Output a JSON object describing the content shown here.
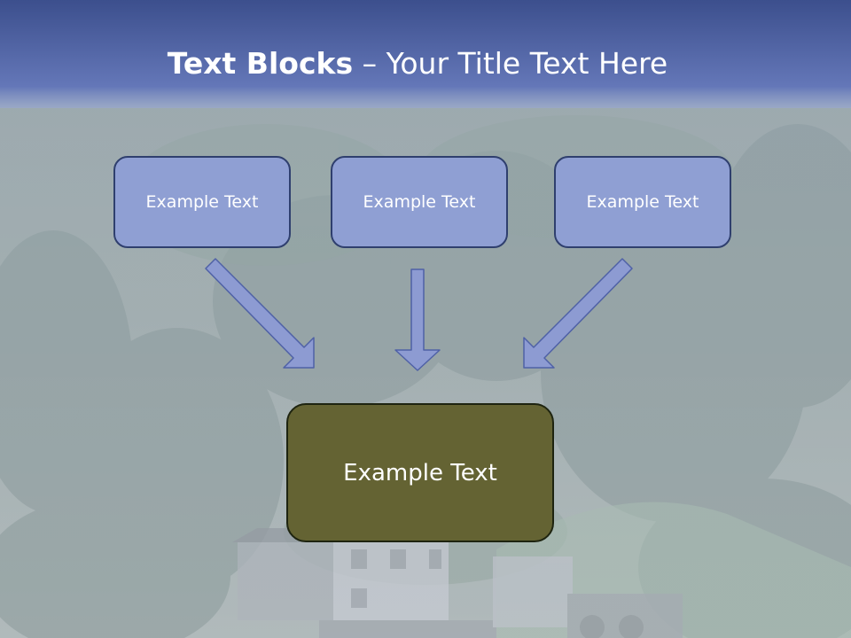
{
  "slide": {
    "title_strong": "Text Blocks",
    "title_dash": " – ",
    "title_rest": "Your Title Text Here",
    "top_boxes": [
      "Example Text",
      "Example Text",
      "Example Text"
    ],
    "bottom_box": "Example Text"
  },
  "colors": {
    "header_band": "#5a6fb0",
    "box_fill": "#8f9fd3",
    "box_border": "#2f3f6e",
    "bottom_box_fill": "#646333",
    "arrow_fill": "#8d9bd2",
    "arrow_stroke": "#4f61a6"
  }
}
